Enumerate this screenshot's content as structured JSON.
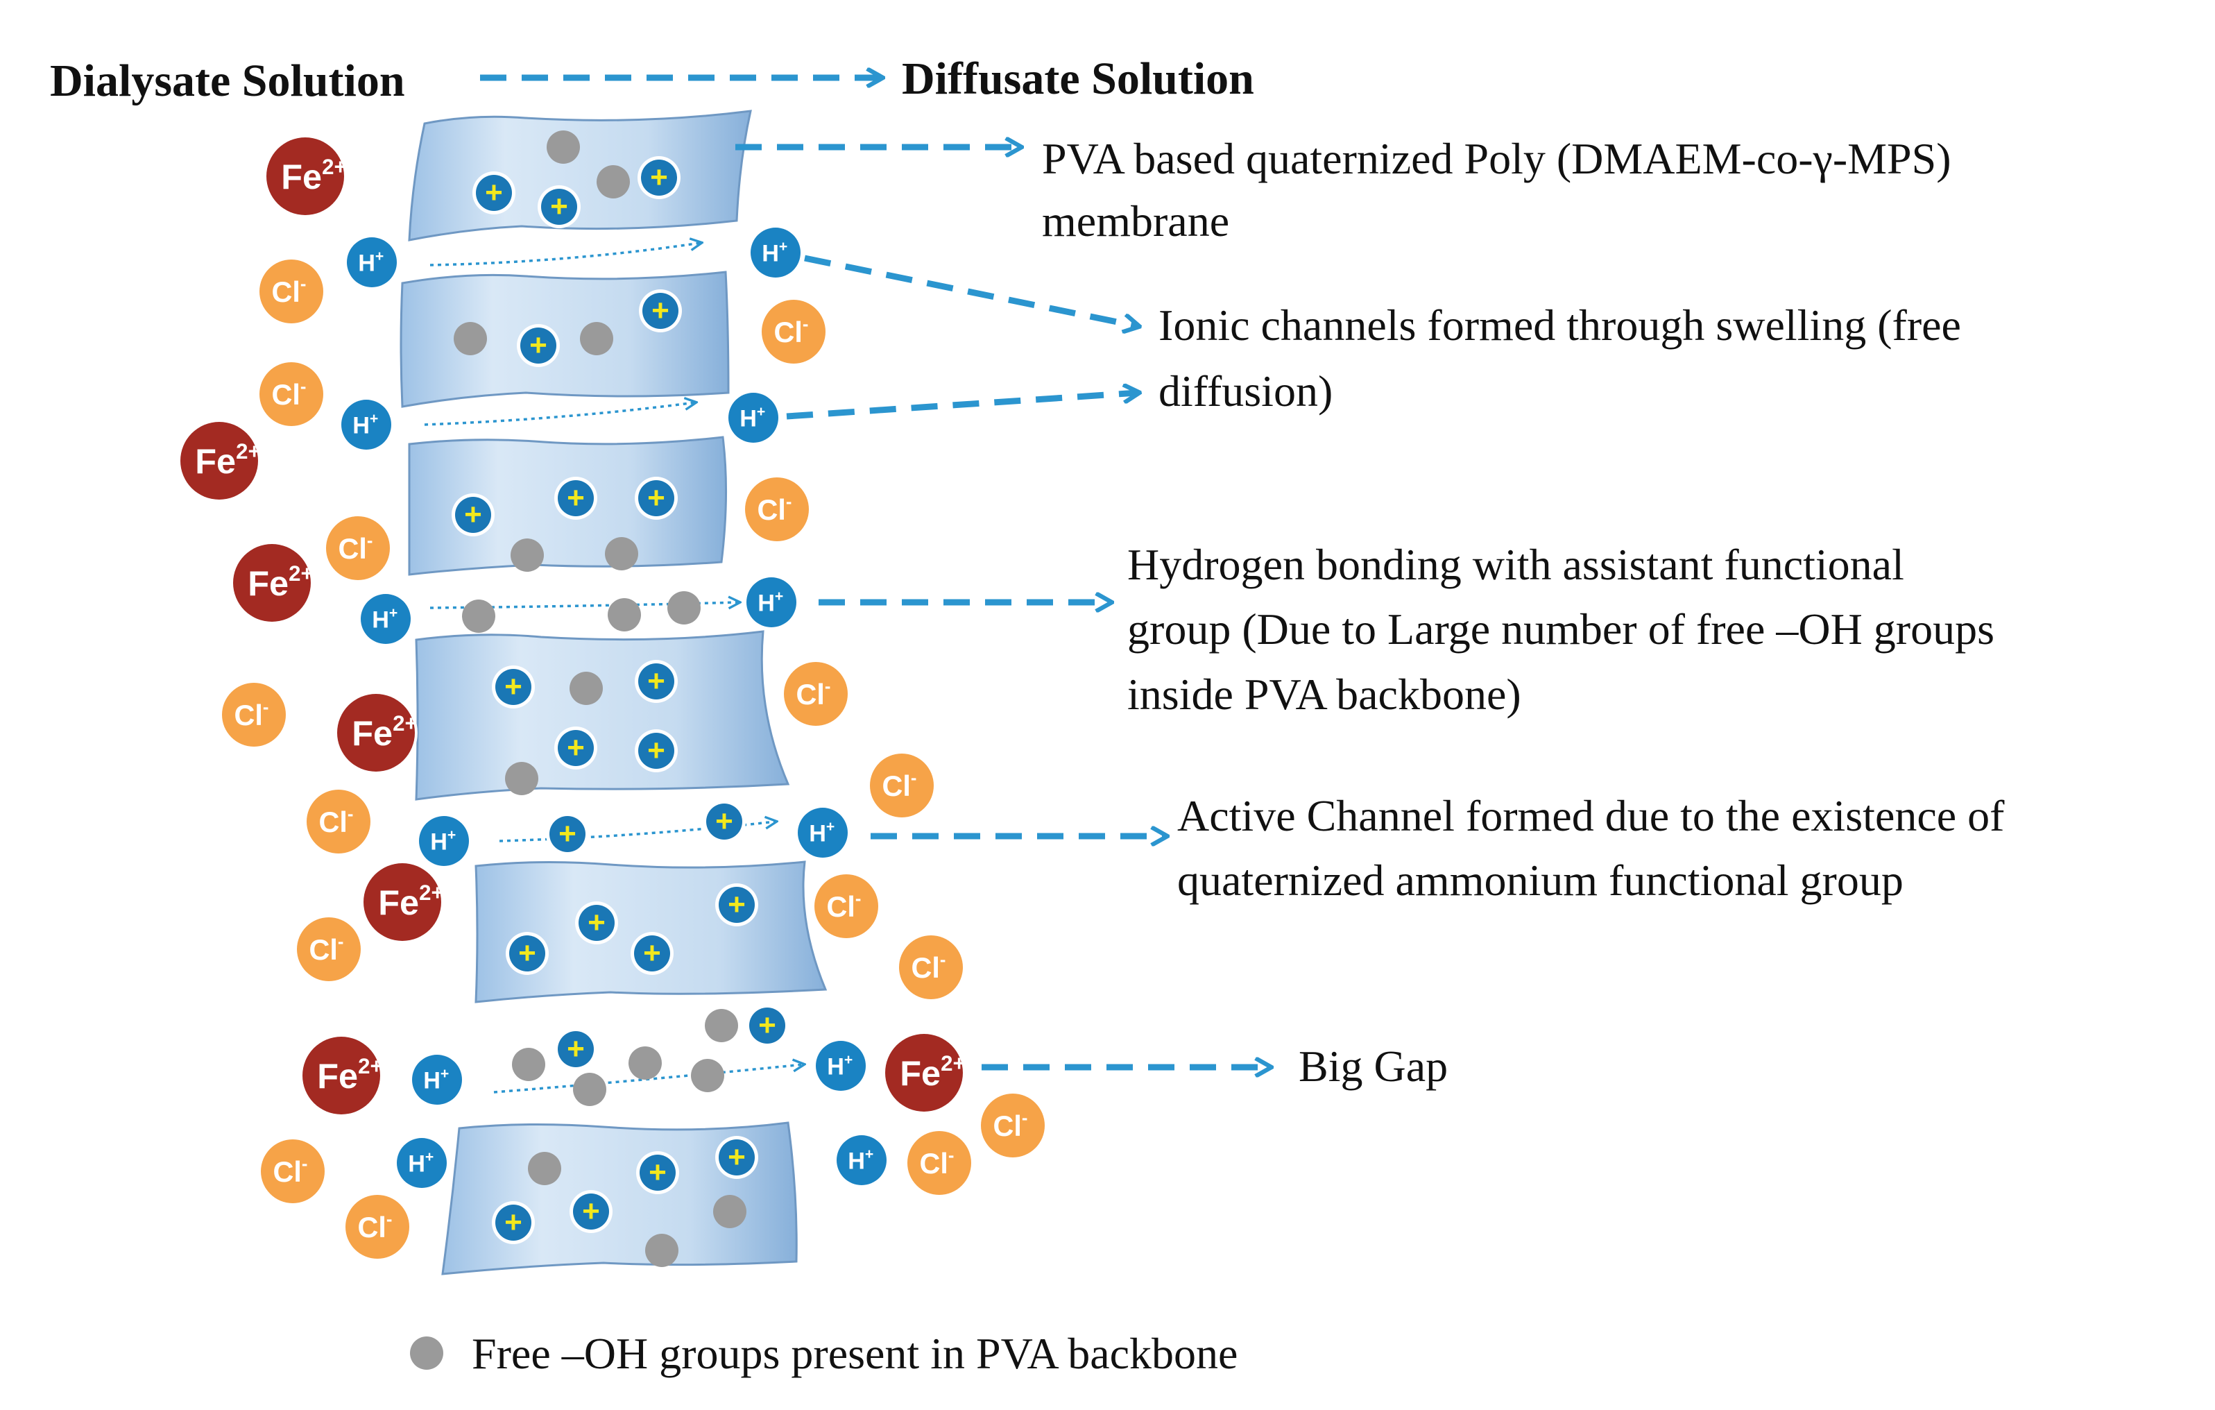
{
  "header": {
    "left": "Dialysate Solution",
    "right": "Diffusate Solution"
  },
  "annotations": [
    {
      "id": "membrane",
      "lines": [
        "PVA based quaternized Poly (DMAEM-co-γ-MPS)",
        "membrane"
      ]
    },
    {
      "id": "ionic-channels",
      "lines": [
        "Ionic channels formed through swelling (free",
        "diffusion)"
      ]
    },
    {
      "id": "hydrogen-bonding",
      "lines": [
        "Hydrogen bonding with assistant functional",
        "group (Due to Large number of free –OH groups",
        "inside PVA backbone)"
      ]
    },
    {
      "id": "active-channel",
      "lines": [
        "Active Channel formed due to the existence of",
        "quaternized ammonium functional group"
      ]
    },
    {
      "id": "big-gap",
      "lines": [
        "Big Gap"
      ]
    }
  ],
  "legend": {
    "text": "Free –OH groups present in PVA backbone"
  },
  "ions": {
    "iron": {
      "symbol": "Fe",
      "charge": "2+"
    },
    "chloride": {
      "symbol": "Cl",
      "charge": "-"
    },
    "proton": {
      "symbol": "H",
      "charge": "+"
    },
    "positive_site": "+"
  },
  "colors": {
    "arrow": "#2b95cf",
    "iron": "#a32a22",
    "chloride": "#f6a348",
    "proton": "#1a83c3",
    "positive_site": "#1a77b5",
    "positive_sign": "#f3e81d",
    "hydroxyl": "#9a9a9a",
    "membrane": "#c6dbf0"
  }
}
